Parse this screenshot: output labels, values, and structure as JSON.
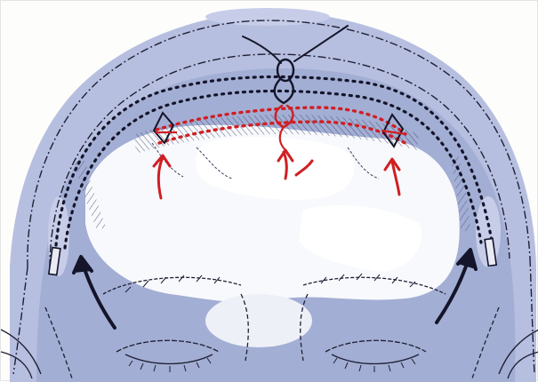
{
  "figure": {
    "description_labels": [],
    "colors": {
      "paper": "#fdfdfc",
      "wash": "#a3aed4",
      "wash_light": "#c6cde6",
      "ink": "#1e1f33",
      "suture_red": "#cf1f23",
      "arrow_black": "#14152a"
    },
    "elements": {
      "head_outline": "head-outline",
      "bone_flap": "frontal-bone-flap",
      "outer_sutures": "outer-suture-arcs",
      "inner_sutures": "inner-suture-arcs",
      "tie_knot": "center-tie-knot",
      "red_arrows": 3,
      "black_arrows": 2,
      "eyes": 2
    }
  }
}
